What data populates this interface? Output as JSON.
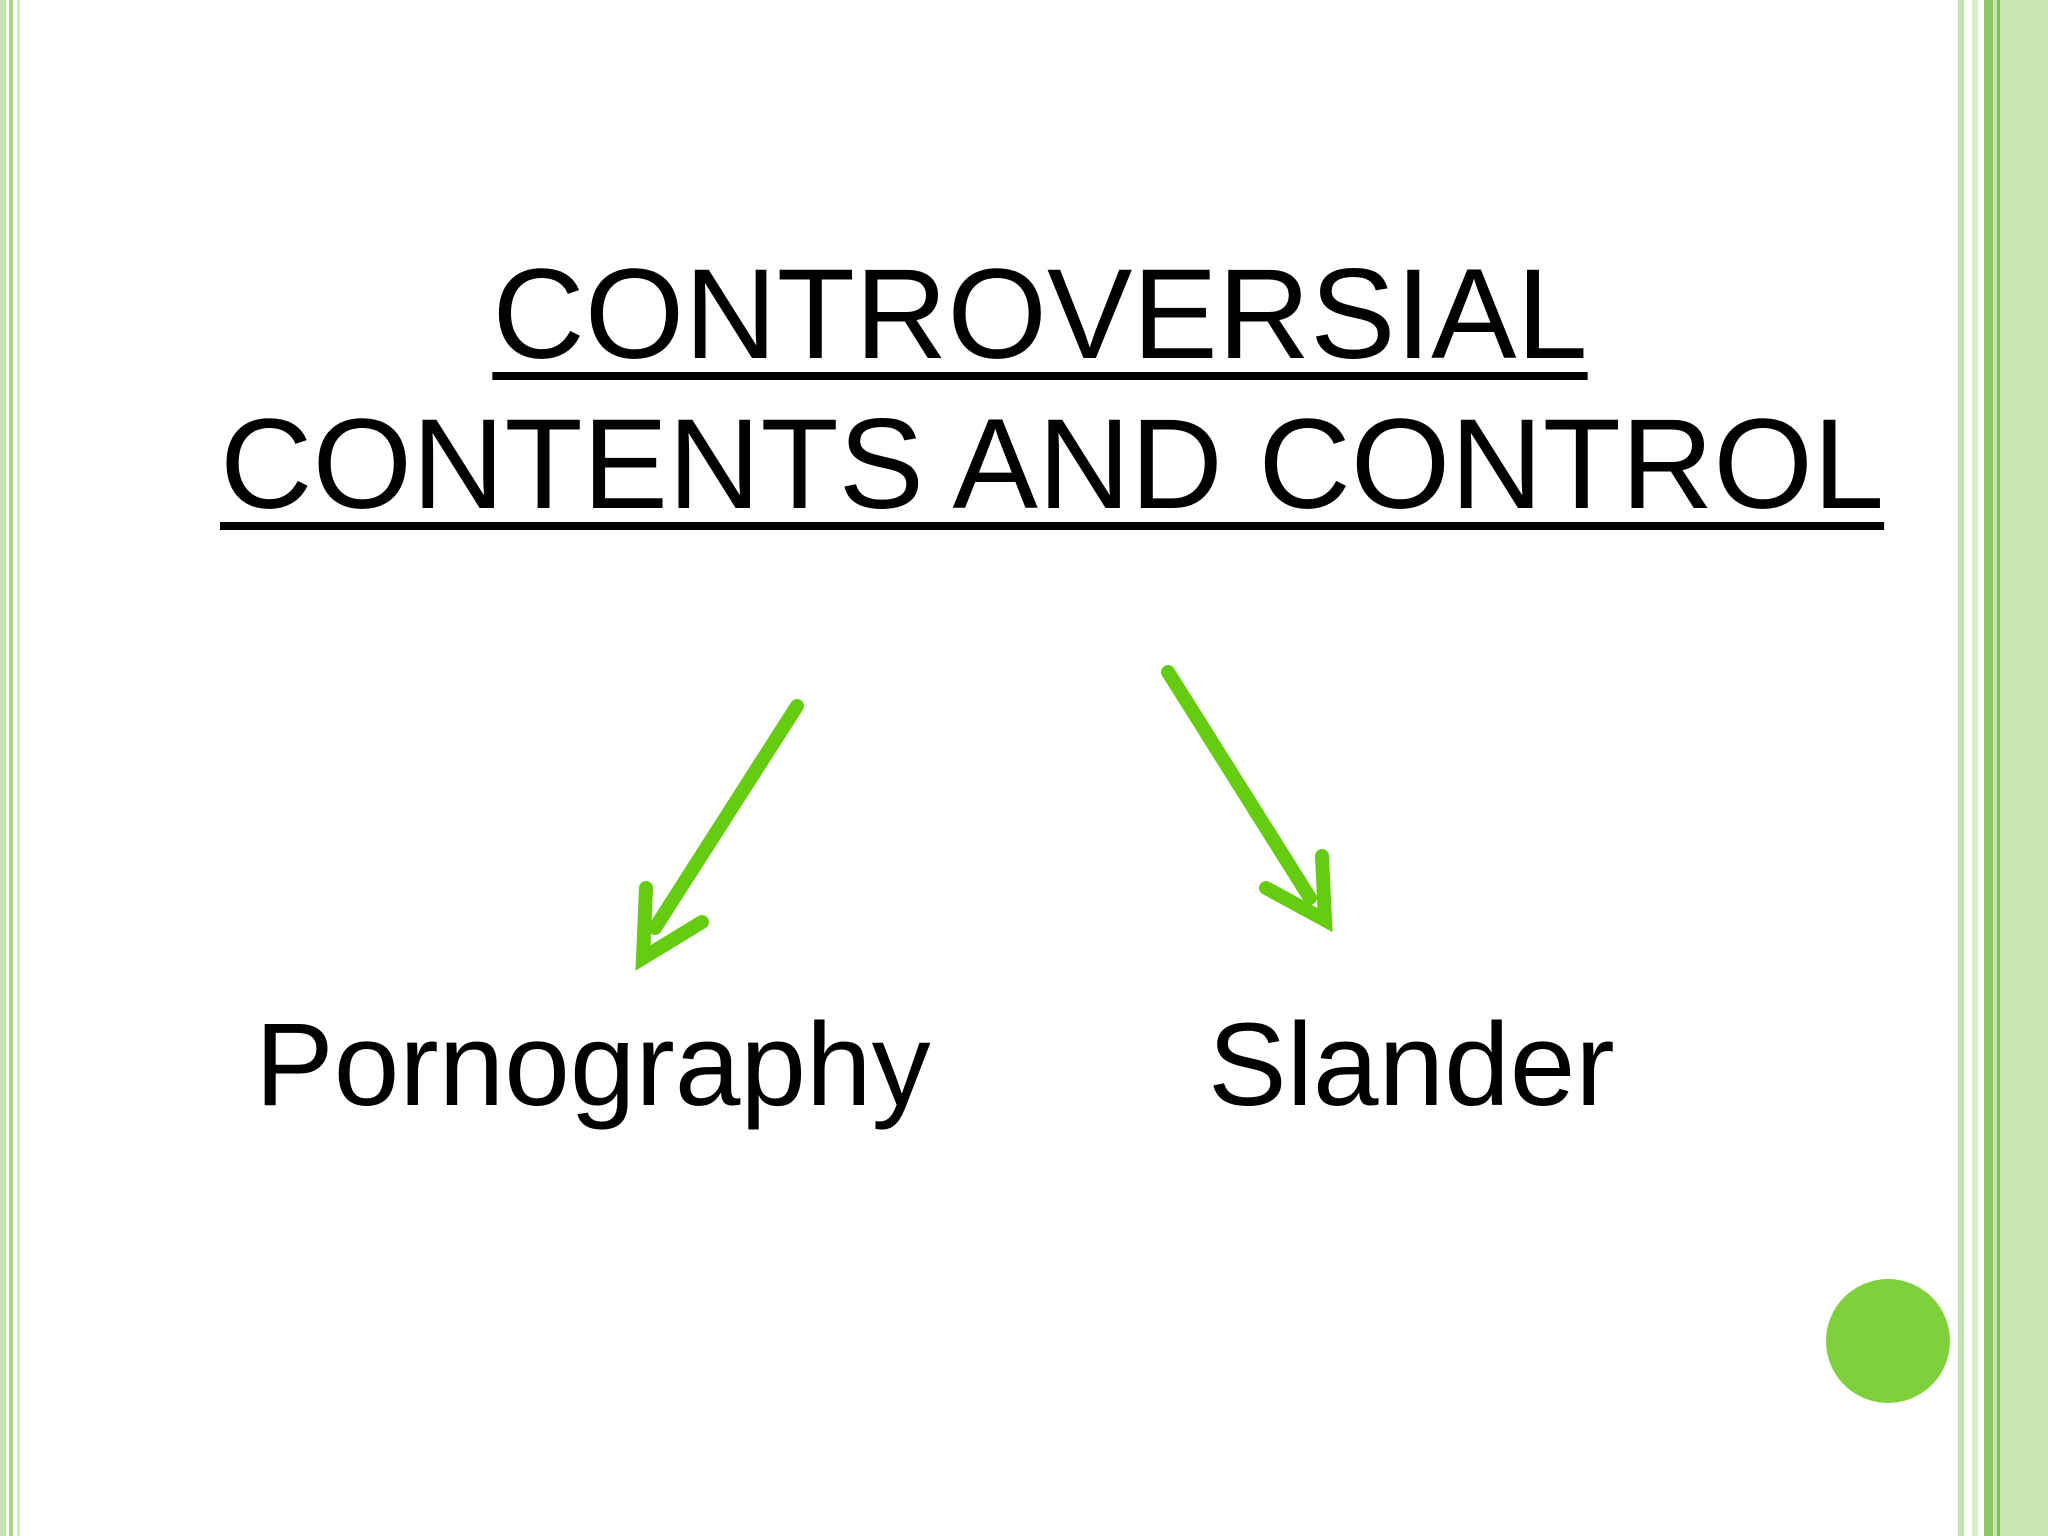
{
  "title": {
    "line1": "CONTROVERSIAL",
    "line2": "CONTENTS AND CONTROL"
  },
  "nodes": {
    "left": "Pornography",
    "right": "Slander"
  },
  "colors": {
    "arrow": "#66cc11",
    "bullet": "#7fd13b",
    "border_light": "#c5e4b0",
    "border_dark": "#8cc866",
    "text": "#000000"
  }
}
